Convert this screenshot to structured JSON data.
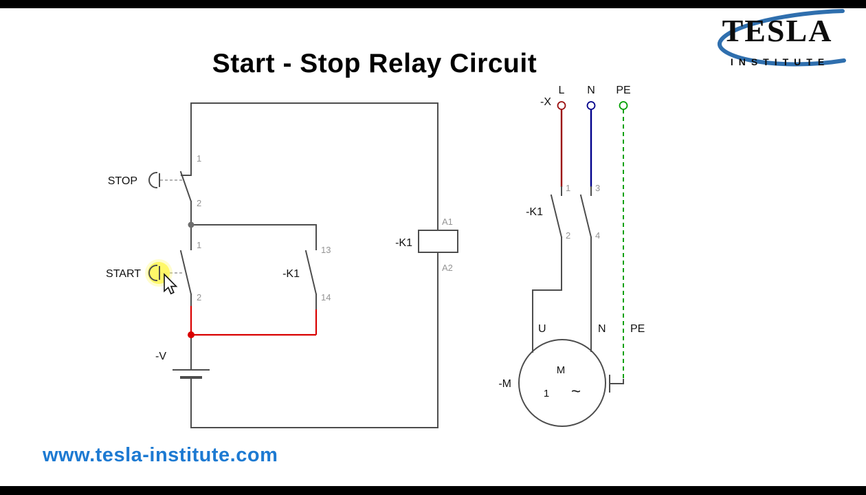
{
  "title": "Start - Stop Relay Circuit",
  "website": "www.tesla-institute.com",
  "logo": {
    "brand": "TESLA",
    "subtitle": "INSTITUTE"
  },
  "colors": {
    "wire_gray": "#4d4d4d",
    "control_red": "#d90000",
    "phase_l_red": "#9b1010",
    "neutral_blue": "#00008b",
    "pe_green": "#00a000",
    "terminal_number_gray": "#949494",
    "url_blue": "#1d7ad2",
    "logo_blue": "#2f6fae",
    "highlight_yellow": "#fff75e"
  },
  "control": {
    "stop": {
      "label": "STOP",
      "t1": "1",
      "t2": "2"
    },
    "start": {
      "label": "START",
      "t1": "1",
      "t2": "2"
    },
    "aux": {
      "label": "-K1",
      "t13": "13",
      "t14": "14"
    },
    "coil": {
      "label": "-K1",
      "a1": "A1",
      "a2": "A2"
    },
    "battery": {
      "label": "-V"
    }
  },
  "power": {
    "x_label": "-X",
    "l": "L",
    "n": "N",
    "pe": "PE",
    "k1": {
      "label": "-K1",
      "t1": "1",
      "t2": "2",
      "t3": "3",
      "t4": "4"
    },
    "motor": {
      "label": "-M",
      "letter": "M",
      "number": "1",
      "wave": "~",
      "u": "U",
      "n": "N",
      "pe": "PE"
    }
  }
}
